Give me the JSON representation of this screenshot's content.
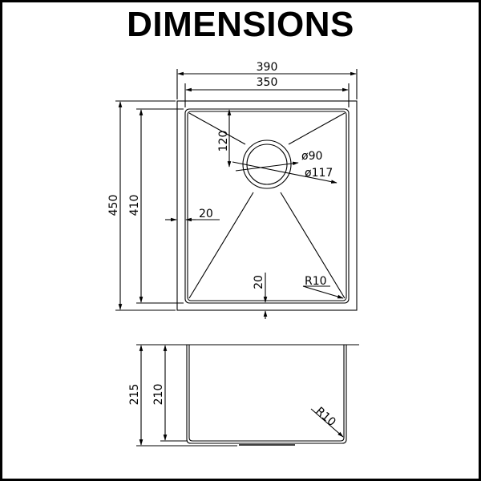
{
  "title": "DIMENSIONS",
  "top_view": {
    "width_outer": "390",
    "width_inner": "350",
    "height_outer": "450",
    "height_inner": "410",
    "drain_offset": "120",
    "drain_inner_dia": "ø90",
    "drain_outer_dia": "ø117",
    "side_flange": "20",
    "bottom_flange": "20",
    "corner_radius": "R10"
  },
  "side_view": {
    "depth_outer": "215",
    "depth_inner": "210",
    "corner_radius": "R10"
  }
}
